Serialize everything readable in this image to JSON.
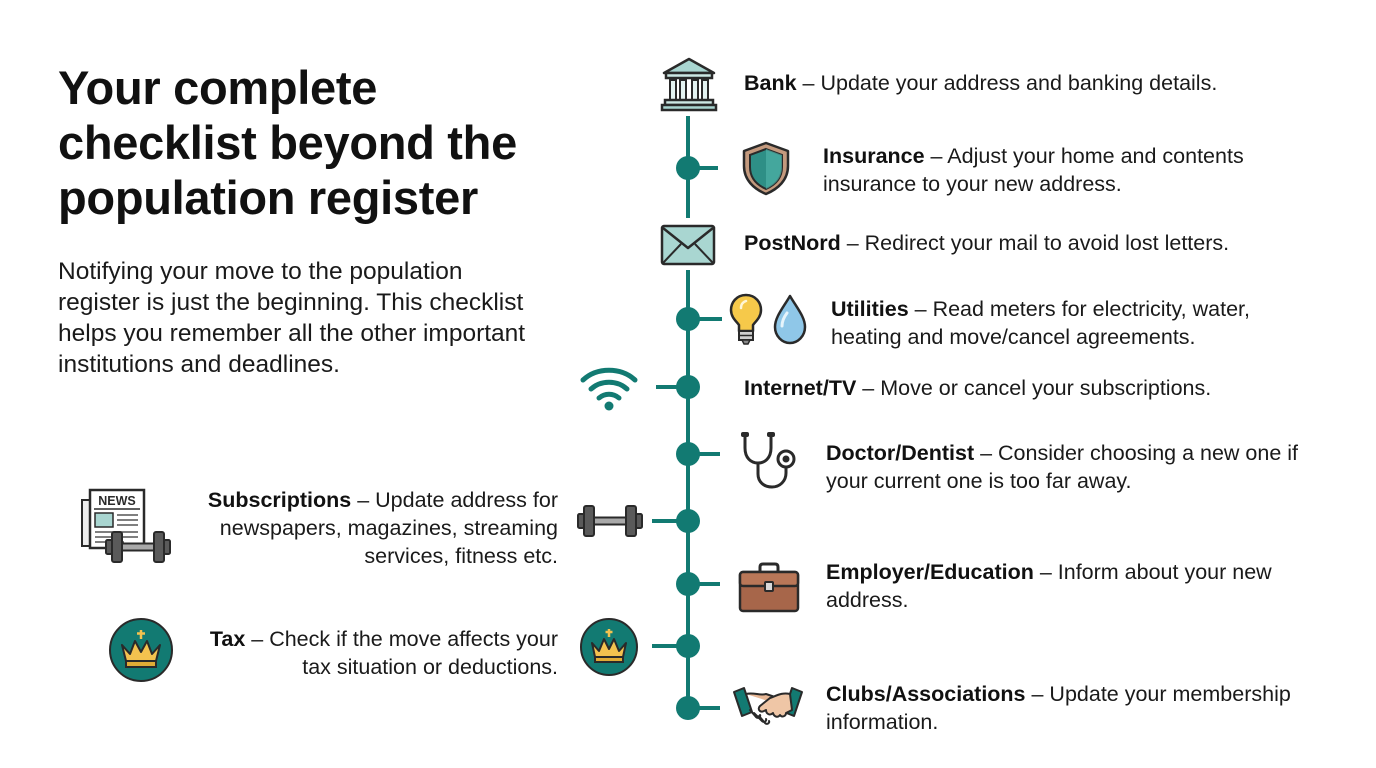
{
  "heading": {
    "title": "Your complete checklist beyond the population register",
    "intro": "Notifying your move to the population register is just the beginning. This checklist helps you remember all the other important institutions and deadlines."
  },
  "colors": {
    "teal": "#127a72",
    "text": "#111111",
    "icon_stroke": "#2a2a2a"
  },
  "checklist": {
    "bank": {
      "name": "Bank",
      "desc": "Update your address and banking details.",
      "icon": "bank-icon"
    },
    "insurance": {
      "name": "Insurance",
      "desc": "Adjust your home and contents insurance to your new address.",
      "icon": "shield-icon"
    },
    "postnord": {
      "name": "PostNord",
      "desc": "Redirect your mail to avoid lost letters.",
      "icon": "envelope-icon"
    },
    "utilities": {
      "name": "Utilities",
      "desc": "Read meters for electricity, water, heating and move/cancel agreements.",
      "icon": "lightbulb-water-drop-icon"
    },
    "internet": {
      "name": "Internet/TV",
      "desc": "Move or cancel your subscriptions.",
      "icon": "wifi-icon"
    },
    "doctor": {
      "name": "Doctor/Dentist",
      "desc": "Consider choosing a new one if your current one is too far away.",
      "icon": "stethoscope-icon"
    },
    "employer": {
      "name": "Employer/Education",
      "desc": "Inform about your new address.",
      "icon": "briefcase-icon"
    },
    "clubs": {
      "name": "Clubs/Associations",
      "desc": "Update your membership information.",
      "icon": "handshake-icon"
    },
    "subscriptions": {
      "name": "Subscriptions",
      "desc": "Update address for newspapers, magazines, streaming services, fitness etc.",
      "icon": "newspaper-dumbbell-icon"
    },
    "tax": {
      "name": "Tax",
      "desc": "Check if the move affects your tax situation or deductions.",
      "icon": "crown-icon"
    }
  },
  "news_label": "NEWS"
}
